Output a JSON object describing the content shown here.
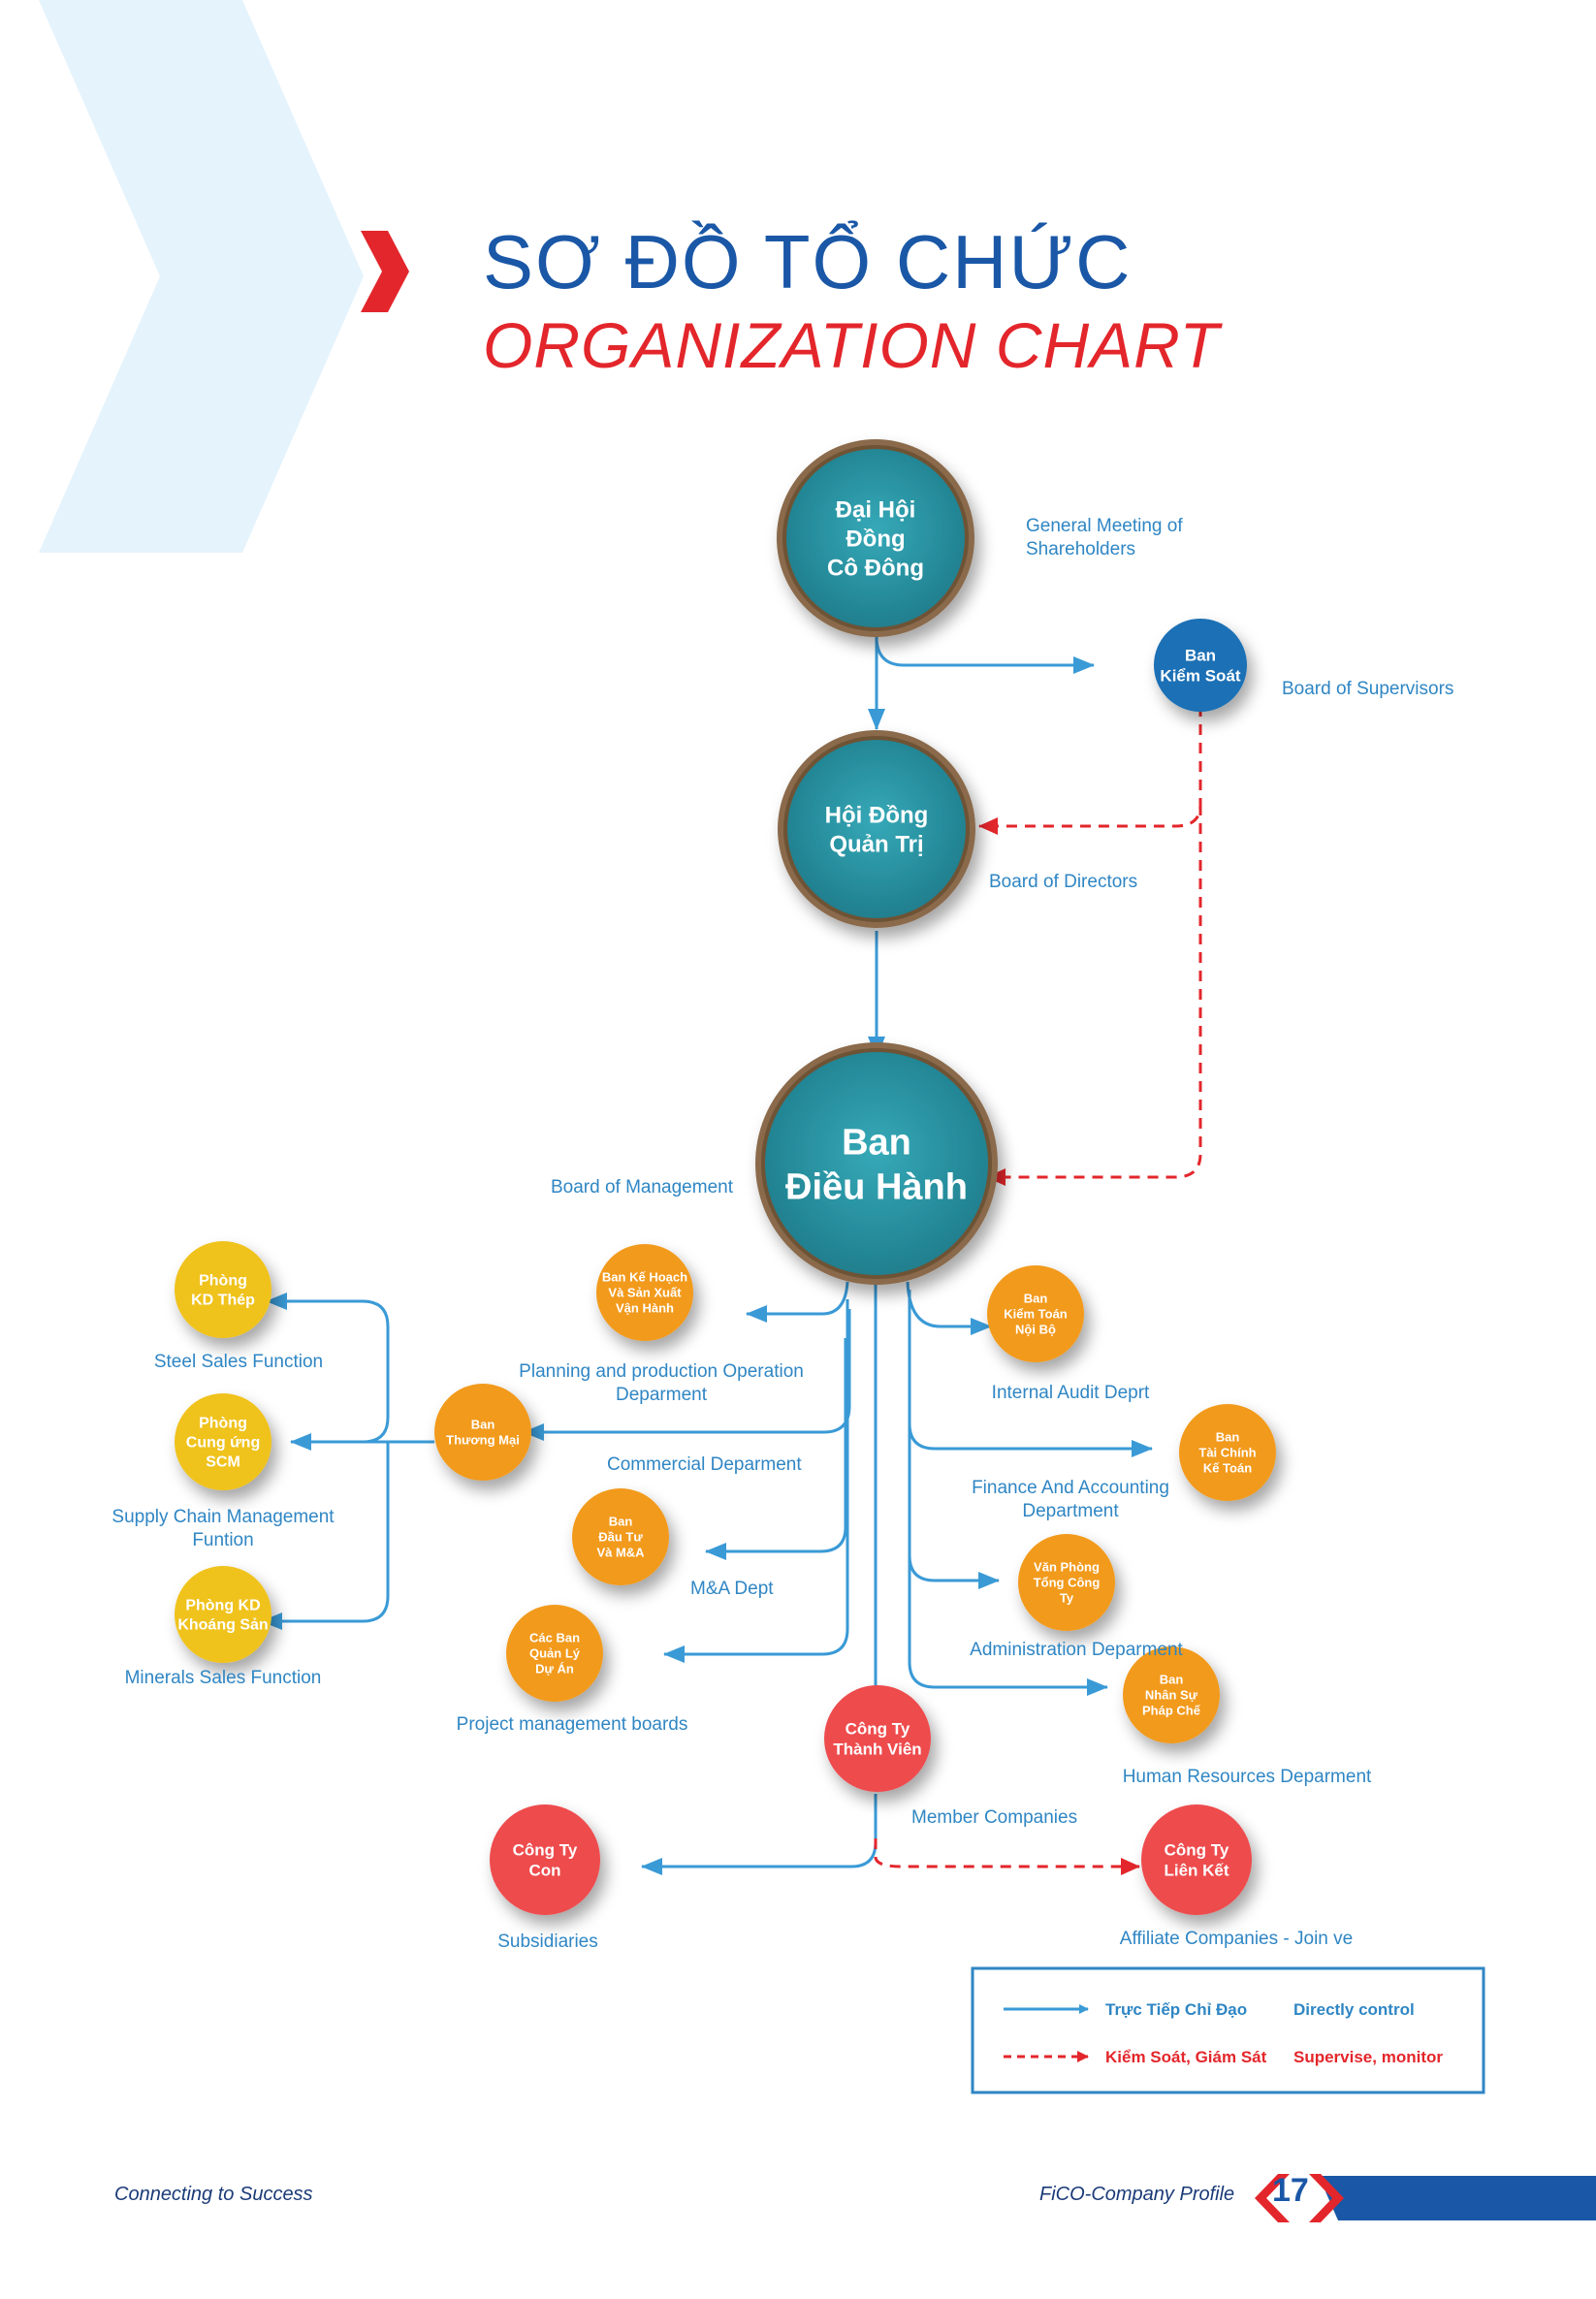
{
  "title": {
    "vietnamese": "SƠ ĐỒ TỔ CHỨC",
    "english": "ORGANIZATION CHART"
  },
  "footer": {
    "tagline": "Connecting to Success",
    "company": "FiCO-Company Profile",
    "page_number": "17"
  },
  "nodes": {
    "general_meeting": {
      "label": [
        "Đại Hội",
        "Đồng",
        "Cô Đông"
      ],
      "caption": [
        "General Meeting of",
        "Shareholders"
      ]
    },
    "supervisors": {
      "label": [
        "Ban",
        "Kiểm Soát"
      ],
      "caption": [
        "Board of Supervisors"
      ]
    },
    "directors": {
      "label": [
        "Hội Đồng",
        "Quản Trị"
      ],
      "caption": [
        "Board of Directors"
      ]
    },
    "management": {
      "label": [
        "Ban",
        "Điều Hành"
      ],
      "caption": [
        "Board of Management"
      ]
    },
    "planning": {
      "label": [
        "Ban Kế Hoạch",
        "Và Sản Xuất",
        "Vận Hành"
      ],
      "caption": [
        "Planning and production Operation",
        "Deparment"
      ]
    },
    "commercial": {
      "label": [
        "Ban",
        "Thương Mại"
      ],
      "caption": [
        "Commercial Deparment"
      ]
    },
    "investment": {
      "label": [
        "Ban",
        "Đầu Tư",
        "Và M&A"
      ],
      "caption": [
        "M&A Dept"
      ]
    },
    "projects": {
      "label": [
        "Các Ban",
        "Quản Lý",
        "Dự Án"
      ],
      "caption": [
        "Project management boards"
      ]
    },
    "steel": {
      "label": [
        "Phòng",
        "KD Thép"
      ],
      "caption": [
        "Steel Sales Function"
      ]
    },
    "scm": {
      "label": [
        "Phòng",
        "Cung ứng",
        "SCM"
      ],
      "caption": [
        "Supply Chain Management",
        "Funtion"
      ]
    },
    "minerals": {
      "label": [
        "Phòng KD",
        "Khoáng Sản"
      ],
      "caption": [
        "Minerals Sales Function"
      ]
    },
    "audit": {
      "label": [
        "Ban",
        "Kiểm Toán",
        "Nội Bộ"
      ],
      "caption": [
        "Internal Audit Deprt"
      ]
    },
    "finance": {
      "label": [
        "Ban",
        "Tài Chính",
        "Kế Toán"
      ],
      "caption": [
        "Finance And Accounting",
        "Department"
      ]
    },
    "admin": {
      "label": [
        "Văn Phòng",
        "Tổng Công",
        "Ty"
      ],
      "caption": [
        "Administration Deparment"
      ]
    },
    "hr": {
      "label": [
        "Ban",
        "Nhân Sự",
        "Pháp Chế"
      ],
      "caption": [
        "Human Resources Deparment"
      ]
    },
    "member": {
      "label": [
        "Công Ty",
        "Thành Viên"
      ],
      "caption": [
        "Member Companies"
      ]
    },
    "subsidiaries": {
      "label": [
        "Công Ty",
        "Con"
      ],
      "caption": [
        "Subsidiaries"
      ]
    },
    "affiliates": {
      "label": [
        "Công Ty",
        "Liên Kết"
      ],
      "caption": [
        "Affiliate Companies - Join ve"
      ]
    }
  },
  "legend": {
    "direct_vn": "Trực Tiếp Chỉ Đạo",
    "direct_en": "Directly control",
    "supervise_vn": "Kiểm Soát, Giám Sát",
    "supervise_en": "Supervise, monitor"
  },
  "colors": {
    "teal": "#2a96a6",
    "blue_dark": "#1a6fb5",
    "orange": "#f29a1f",
    "yellow": "#f0c21b",
    "red_node": "#ee4b4e",
    "line_blue": "#3a9ad6",
    "dash_red": "#e3262b",
    "text_blue": "#2f86c4",
    "title_blue": "#1a57a6",
    "title_red": "#e3262b"
  }
}
